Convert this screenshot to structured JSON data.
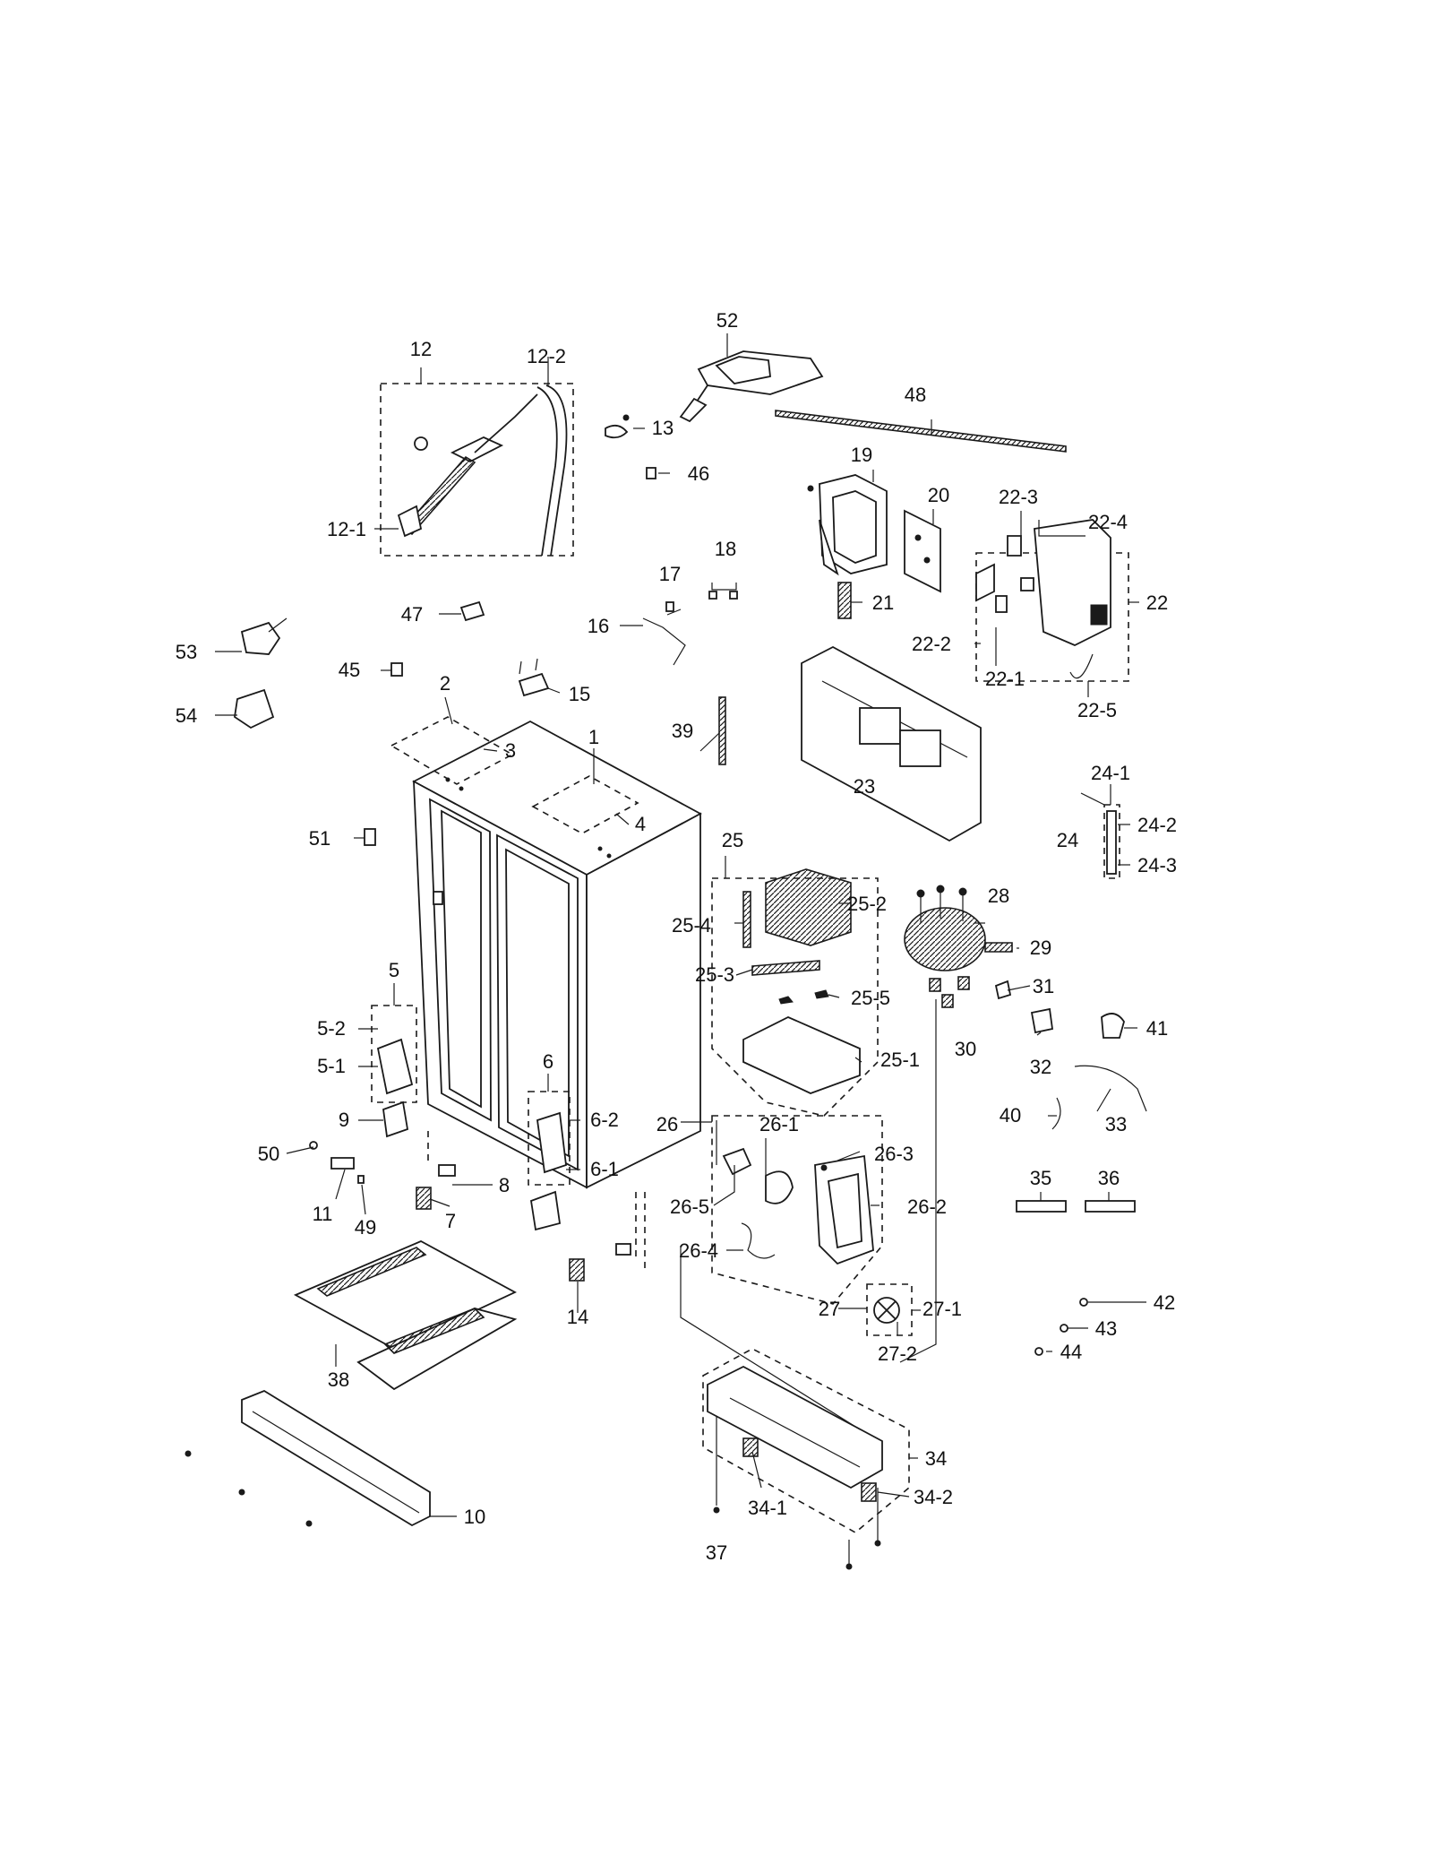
{
  "diagram": {
    "colors": {
      "ink": "#1a1a1a",
      "background": "#ffffff"
    },
    "labels": [
      "1",
      "2",
      "3",
      "4",
      "5",
      "5-1",
      "5-2",
      "6",
      "6-1",
      "6-2",
      "7",
      "8",
      "9",
      "10",
      "11",
      "12",
      "12-1",
      "12-2",
      "13",
      "14",
      "15",
      "16",
      "17",
      "18",
      "19",
      "20",
      "21",
      "22",
      "22-1",
      "22-2",
      "22-3",
      "22-4",
      "22-5",
      "23",
      "24",
      "24-1",
      "24-2",
      "24-3",
      "25",
      "25-1",
      "25-2",
      "25-3",
      "25-4",
      "25-5",
      "26",
      "26-1",
      "26-2",
      "26-3",
      "26-4",
      "26-5",
      "27",
      "27-1",
      "27-2",
      "28",
      "29",
      "30",
      "31",
      "32",
      "33",
      "34",
      "34-1",
      "34-2",
      "35",
      "36",
      "37",
      "38",
      "39",
      "40",
      "41",
      "42",
      "43",
      "44",
      "45",
      "46",
      "47",
      "48",
      "49",
      "50",
      "51",
      "52",
      "53",
      "54"
    ]
  }
}
